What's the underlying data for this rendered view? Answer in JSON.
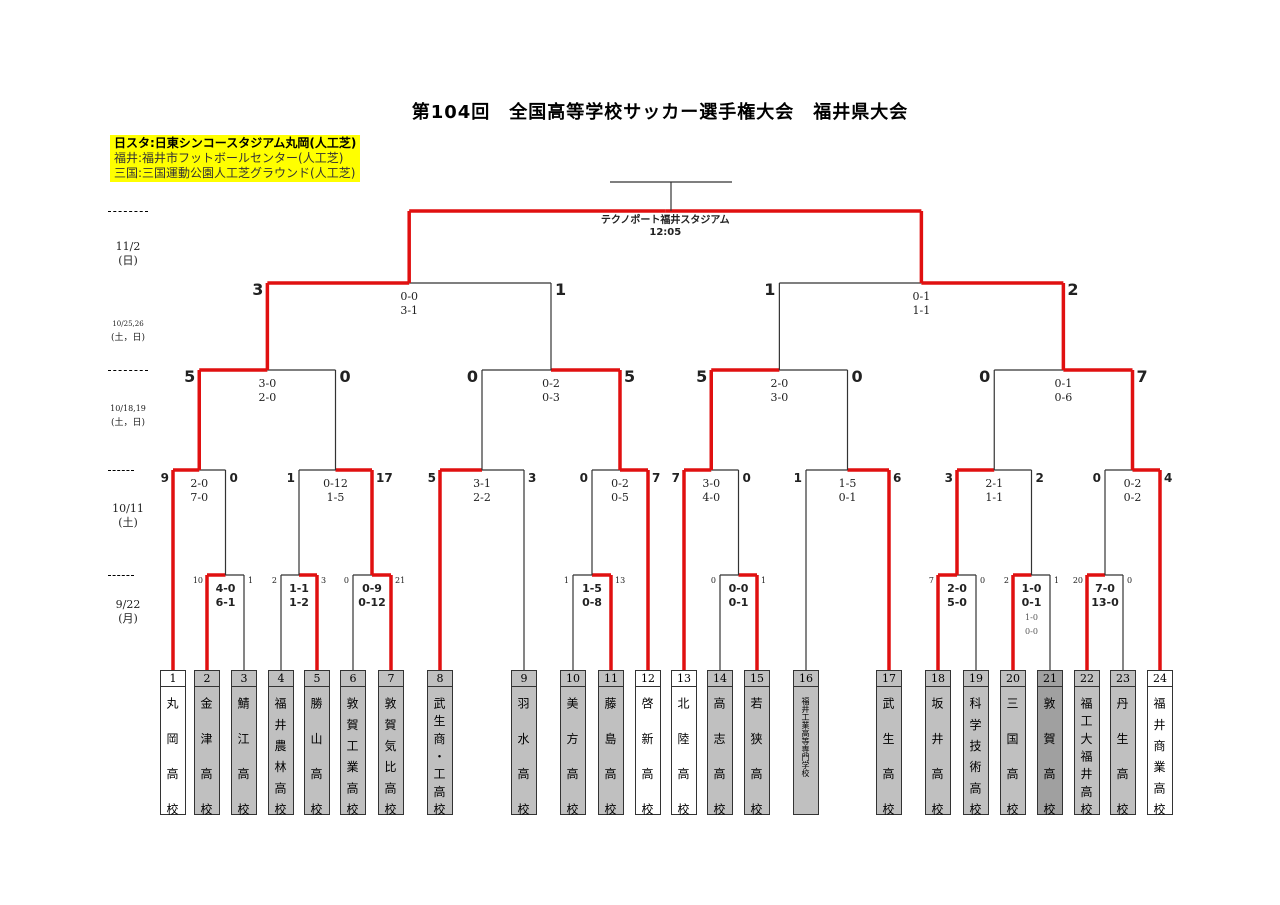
{
  "title": "第104回　全国高等学校サッカー選手権大会　福井県大会",
  "legend": [
    "日スタ:日東シンコースタジアム丸岡(人工芝)",
    "福井:福井市フットボールセンター(人工芝)",
    "三国:三国運動公園人工芝グラウンド(人工芝)"
  ],
  "dates": [
    {
      "date": "11/2",
      "day": "(日)"
    },
    {
      "date": "10/25,26",
      "day": "(土，日)"
    },
    {
      "date": "10/18,19",
      "day": "(土，日)"
    },
    {
      "date": "10/11",
      "day": "(土)"
    },
    {
      "date": "9/22",
      "day": "(月)"
    }
  ],
  "colors": {
    "winner_line": "#e01010",
    "line": "#333333",
    "team_fill": "#c0c0c0",
    "team_fill_seed": "#ffffff",
    "legend_bg": "#ffff00"
  },
  "teams": [
    {
      "no": "1",
      "name": "丸岡高校",
      "seed": true
    },
    {
      "no": "2",
      "name": "金津高校"
    },
    {
      "no": "3",
      "name": "鯖江高校"
    },
    {
      "no": "4",
      "name": "福井農林高校"
    },
    {
      "no": "5",
      "name": "勝山高校"
    },
    {
      "no": "6",
      "name": "敦賀工業高校"
    },
    {
      "no": "7",
      "name": "敦賀気比高校"
    },
    {
      "no": "8",
      "name": "武生商・工高校"
    },
    {
      "no": "9",
      "name": "羽水高校"
    },
    {
      "no": "10",
      "name": "美方高校"
    },
    {
      "no": "11",
      "name": "藤島高校"
    },
    {
      "no": "12",
      "name": "啓新高校",
      "seed": true
    },
    {
      "no": "13",
      "name": "北陸高校",
      "seed": true
    },
    {
      "no": "14",
      "name": "高志高校"
    },
    {
      "no": "15",
      "name": "若狭高校"
    },
    {
      "no": "16",
      "name": "福井工業高等専門学校"
    },
    {
      "no": "17",
      "name": "武生高校"
    },
    {
      "no": "18",
      "name": "坂井高校"
    },
    {
      "no": "19",
      "name": "科学技術高校"
    },
    {
      "no": "20",
      "name": "三国高校"
    },
    {
      "no": "21",
      "name": "敦賀高校",
      "dark": true
    },
    {
      "no": "22",
      "name": "福工大福井高校"
    },
    {
      "no": "23",
      "name": "丹生高校"
    },
    {
      "no": "24",
      "name": "福井商業高校",
      "seed": true
    }
  ],
  "matches": [
    {
      "round": 1,
      "left": "t2",
      "right": "t3",
      "scores": [
        "10",
        "1"
      ],
      "detail": [
        "4-0",
        "6-1"
      ],
      "winner": "left"
    },
    {
      "round": 1,
      "left": "t4",
      "right": "t5",
      "scores": [
        "2",
        "3"
      ],
      "detail": [
        "1-1",
        "1-2"
      ],
      "winner": "right"
    },
    {
      "round": 1,
      "left": "t6",
      "right": "t7",
      "scores": [
        "0",
        "21"
      ],
      "detail": [
        "0-9",
        "0-12"
      ],
      "winner": "right"
    },
    {
      "round": 1,
      "left": "t10",
      "right": "t11",
      "scores": [
        "1",
        "13"
      ],
      "detail": [
        "1-5",
        "0-8"
      ],
      "winner": "right"
    },
    {
      "round": 1,
      "left": "t14",
      "right": "t15",
      "scores": [
        "0",
        "1"
      ],
      "detail": [
        "0-0",
        "0-1"
      ],
      "winner": "right"
    },
    {
      "round": 1,
      "left": "t18",
      "right": "t19",
      "scores": [
        "7",
        "0"
      ],
      "detail": [
        "2-0",
        "5-0"
      ],
      "winner": "left"
    },
    {
      "round": 1,
      "left": "t20",
      "right": "t21",
      "scores": [
        "2",
        "1"
      ],
      "detail": [
        "1-0",
        "0-1",
        "1-0",
        "0-0"
      ],
      "winner": "left"
    },
    {
      "round": 1,
      "left": "t22",
      "right": "t23",
      "scores": [
        "20",
        "0"
      ],
      "detail": [
        "7-0",
        "13-0"
      ],
      "winner": "left"
    },
    {
      "round": 2,
      "left": "t1",
      "right": "m0",
      "scores": [
        "9",
        "0"
      ],
      "detail": [
        "2-0",
        "7-0"
      ],
      "winner": "left"
    },
    {
      "round": 2,
      "left": "m1",
      "right": "m2",
      "scores": [
        "1",
        "17"
      ],
      "detail": [
        "0-12",
        "1-5"
      ],
      "winner": "right"
    },
    {
      "round": 2,
      "left": "t8",
      "right": "t9",
      "scores": [
        "5",
        "3"
      ],
      "detail": [
        "3-1",
        "2-2"
      ],
      "winner": "left"
    },
    {
      "round": 2,
      "left": "m3",
      "right": "t12",
      "scores": [
        "0",
        "7"
      ],
      "detail": [
        "0-2",
        "0-5"
      ],
      "winner": "right"
    },
    {
      "round": 2,
      "left": "t13",
      "right": "m4",
      "scores": [
        "7",
        "0"
      ],
      "detail": [
        "3-0",
        "4-0"
      ],
      "winner": "left"
    },
    {
      "round": 2,
      "left": "t16",
      "right": "t17",
      "scores": [
        "1",
        "6"
      ],
      "detail": [
        "1-5",
        "0-1"
      ],
      "winner": "right"
    },
    {
      "round": 2,
      "left": "m5",
      "right": "m6",
      "scores": [
        "3",
        "2"
      ],
      "detail": [
        "2-1",
        "1-1"
      ],
      "winner": "left"
    },
    {
      "round": 2,
      "left": "m7",
      "right": "t24",
      "scores": [
        "0",
        "4"
      ],
      "detail": [
        "0-2",
        "0-2"
      ],
      "winner": "right"
    },
    {
      "round": 3,
      "left": "m8",
      "right": "m9",
      "scores": [
        "5",
        "0"
      ],
      "detail": [
        "3-0",
        "2-0"
      ],
      "winner": "left"
    },
    {
      "round": 3,
      "left": "m10",
      "right": "m11",
      "scores": [
        "0",
        "5"
      ],
      "detail": [
        "0-2",
        "0-3"
      ],
      "winner": "right"
    },
    {
      "round": 3,
      "left": "m12",
      "right": "m13",
      "scores": [
        "5",
        "0"
      ],
      "detail": [
        "2-0",
        "3-0"
      ],
      "winner": "left"
    },
    {
      "round": 3,
      "left": "m14",
      "right": "m15",
      "scores": [
        "0",
        "7"
      ],
      "detail": [
        "0-1",
        "0-6"
      ],
      "winner": "right"
    },
    {
      "round": 4,
      "left": "m16",
      "right": "m17",
      "scores": [
        "3",
        "1"
      ],
      "detail": [
        "0-0",
        "3-1"
      ],
      "winner": "left"
    },
    {
      "round": 4,
      "left": "m18",
      "right": "m19",
      "scores": [
        "1",
        "2"
      ],
      "detail": [
        "0-1",
        "1-1"
      ],
      "winner": "right"
    },
    {
      "round": 5,
      "left": "m20",
      "right": "m21",
      "scores": [],
      "detail": [
        "テクノポート福井スタジアム",
        "12:05"
      ],
      "winner": "both"
    }
  ]
}
